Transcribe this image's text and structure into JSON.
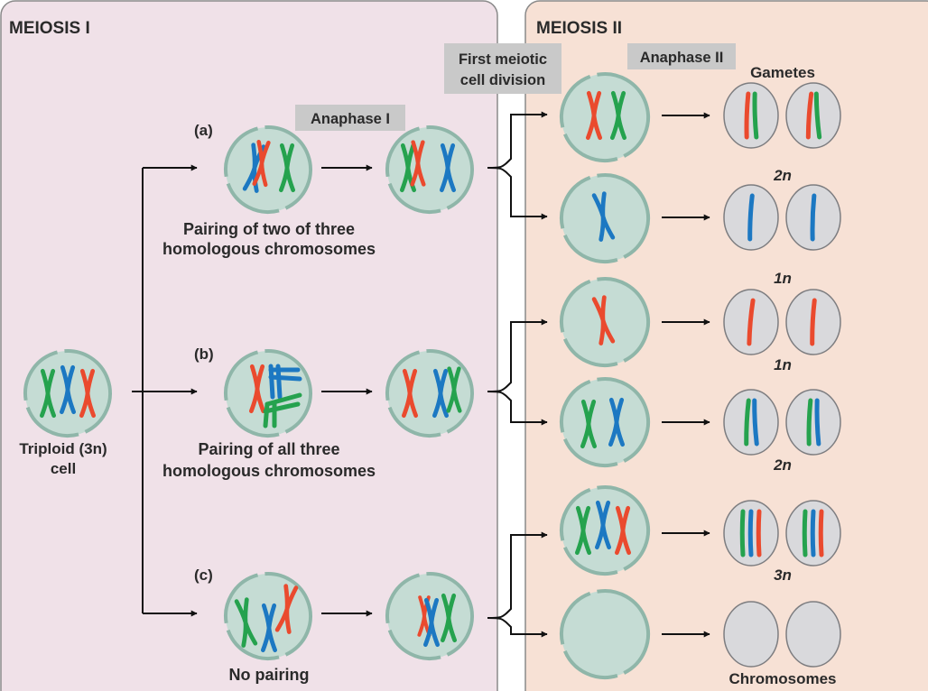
{
  "panels": {
    "meiosis1": "MEIOSIS I",
    "meiosis2": "MEIOSIS II"
  },
  "labels": {
    "first_division_line1": "First meiotic",
    "first_division_line2": "cell division",
    "anaphase1": "Anaphase I",
    "anaphase2": "Anaphase II",
    "gametes": "Gametes",
    "triploid_line1": "Triploid (3n)",
    "triploid_line2": "cell",
    "case_a": "(a)",
    "case_b": "(b)",
    "case_c": "(c)",
    "caption_a_line1": "Pairing of two of three",
    "caption_a_line2": "homologous chromosomes",
    "caption_b_line1": "Pairing of all three",
    "caption_b_line2": "homologous chromosomes",
    "caption_c": "No pairing",
    "ploidy_row1": "2n",
    "ploidy_row2": "1n",
    "ploidy_row3": "1n",
    "ploidy_row4": "2n",
    "ploidy_row5": "3n",
    "ploidy_row6": "Chromosomes"
  },
  "colors": {
    "meiosis1_bg": "#f0e1e8",
    "meiosis2_bg": "#f7e1d5",
    "panel_border": "#8a8a8a",
    "cell_fill": "#c5dcd4",
    "cell_stroke": "#8fb6a9",
    "gamete_fill": "#d9d9dc",
    "gamete_stroke": "#7d7d80",
    "label_box": "#c9c9c9",
    "chrom_red": "#ea4a2e",
    "chrom_green": "#25a24e",
    "chrom_blue": "#1c78c2"
  }
}
